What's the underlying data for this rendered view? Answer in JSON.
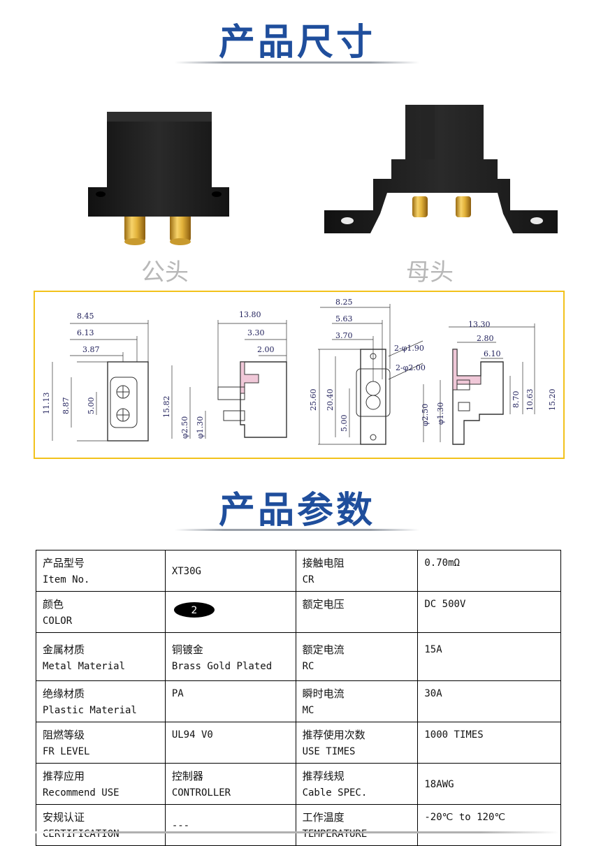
{
  "headings": {
    "dimensions": "产品尺寸",
    "parameters": "产品参数"
  },
  "photos": [
    {
      "caption": "公头"
    },
    {
      "caption": "母头"
    }
  ],
  "drawing_dims": {
    "male_front": {
      "w1": "8.45",
      "w2": "6.13",
      "w3": "3.87",
      "h1": "11.13",
      "h2": "8.87",
      "h3": "5.00"
    },
    "male_side": {
      "w1": "13.80",
      "w2": "3.30",
      "w3": "2.00",
      "h1": "15.82",
      "d1": "φ2.50",
      "d2": "φ1.30"
    },
    "female_front": {
      "w1": "8.25",
      "w2": "5.63",
      "w3": "3.70",
      "h1": "25.60",
      "h2": "20.40",
      "h3": "5.00",
      "hole1": "2-φ1.90",
      "hole2": "2-φ2.00"
    },
    "female_side": {
      "w1": "13.30",
      "w2": "2.80",
      "w3": "6.10",
      "h1": "8.70",
      "h2": "10.63",
      "h3": "15.20",
      "d1": "φ2.50",
      "d2": "φ1.30"
    }
  },
  "spec_table": {
    "rows": [
      {
        "k1_cn": "产品型号",
        "k1_en": "Item No.",
        "v1_cn": "",
        "v1_en": "XT30G",
        "k2_cn": "接触电阻",
        "k2_en": "CR",
        "v2": "0.70mΩ"
      },
      {
        "k1_cn": "颜色",
        "k1_en": "COLOR",
        "v1_cn": "",
        "v1_en": "",
        "k2_cn": "额定电压",
        "k2_en": "",
        "v2": "DC 500V"
      },
      {
        "k1_cn": "金属材质",
        "k1_en": "Metal Material",
        "v1_cn": "铜镀金",
        "v1_en": "Brass Gold Plated",
        "k2_cn": "额定电流",
        "k2_en": "RC",
        "v2": "15A"
      },
      {
        "k1_cn": "绝缘材质",
        "k1_en": "Plastic Material",
        "v1_cn": "PA",
        "v1_en": "",
        "k2_cn": "瞬时电流",
        "k2_en": "MC",
        "v2": "30A"
      },
      {
        "k1_cn": "阻燃等级",
        "k1_en": "FR LEVEL",
        "v1_cn": "UL94 V0",
        "v1_en": "",
        "k2_cn": "推荐使用次数",
        "k2_en": "USE TIMES",
        "v2": "1000 TIMES"
      },
      {
        "k1_cn": "推荐应用",
        "k1_en": "Recommend USE",
        "v1_cn": "控制器",
        "v1_en": "CONTROLLER",
        "k2_cn": "推荐线规",
        "k2_en": "Cable SPEC.",
        "v2": "18AWG"
      },
      {
        "k1_cn": "安规认证",
        "k1_en": "CERTIFICATION",
        "v1_cn": "",
        "v1_en": "---",
        "k2_cn": "工作温度",
        "k2_en": "TEMPERATURE",
        "v2": "-20℃ to 120℃"
      }
    ],
    "color_badge": "2",
    "colors": {
      "badge_fill": "#000000",
      "badge_text": "#ffffff"
    }
  },
  "colors": {
    "heading": "#1f4e9c",
    "caption": "#b8b8b8",
    "drawing_border": "#f2c21c",
    "connector_body": "#1c1c1c",
    "pin_gold": "#e2b23a"
  }
}
